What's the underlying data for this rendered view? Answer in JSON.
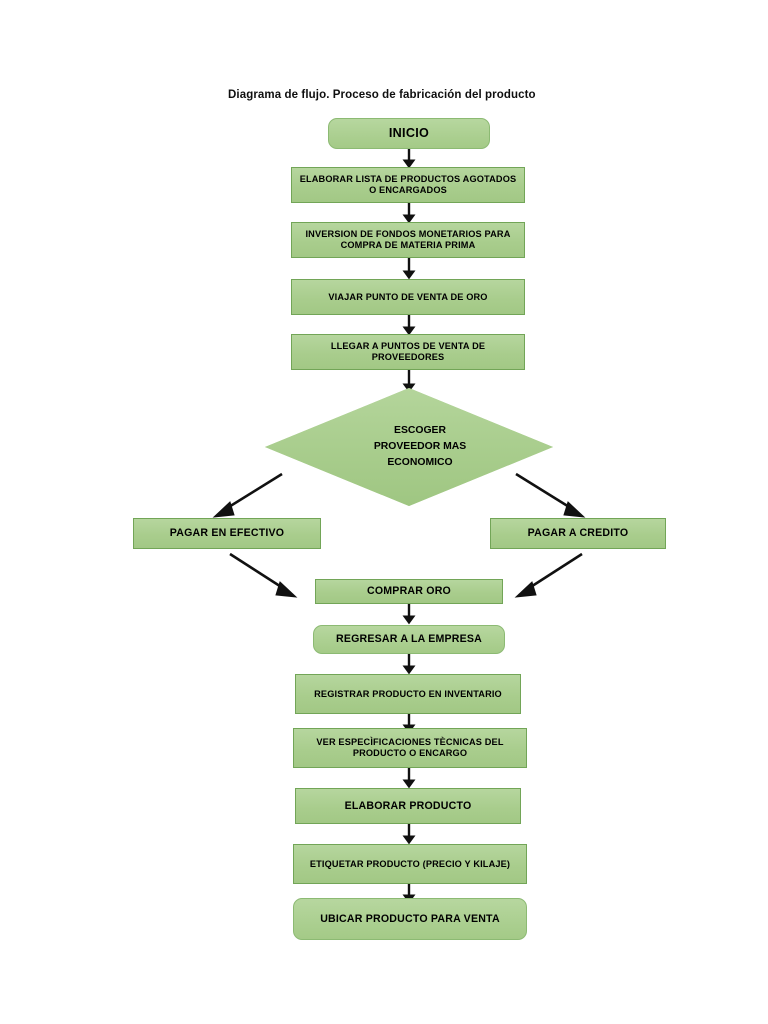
{
  "diagram": {
    "title": "Diagrama de flujo. Proceso de fabricación del producto",
    "accent_fill": "#aed094",
    "accent_border": "#72a557",
    "text_color": "#000000",
    "arrow_color": "#111111",
    "type": "flowchart",
    "nodes": [
      {
        "id": "inicio",
        "shape": "terminator",
        "label": "INICIO"
      },
      {
        "id": "elaborar_lista",
        "shape": "process",
        "label": "ELABORAR LISTA DE PRODUCTOS AGOTADOS O ENCARGADOS"
      },
      {
        "id": "inversion",
        "shape": "process",
        "label": "INVERSION DE FONDOS MONETARIOS PARA COMPRA DE MATERIA PRIMA"
      },
      {
        "id": "viajar",
        "shape": "process",
        "label": "VIAJAR PUNTO DE VENTA DE ORO"
      },
      {
        "id": "llegar",
        "shape": "process",
        "label": "LLEGAR A PUNTOS DE VENTA DE PROVEEDORES"
      },
      {
        "id": "escoger",
        "shape": "decision",
        "label": "ESCOGER PROVEEDOR MAS ECONOMICO",
        "lines": [
          "ESCOGER",
          "PROVEEDOR MAS",
          "ECONOMICO"
        ]
      },
      {
        "id": "efectivo",
        "shape": "process",
        "label": "PAGAR EN EFECTIVO"
      },
      {
        "id": "credito",
        "shape": "process",
        "label": "PAGAR A CREDITO"
      },
      {
        "id": "comprar_oro",
        "shape": "process",
        "label": "COMPRAR ORO"
      },
      {
        "id": "regresar",
        "shape": "terminator",
        "label": "REGRESAR A LA EMPRESA"
      },
      {
        "id": "registrar",
        "shape": "process",
        "label": "REGISTRAR PRODUCTO EN INVENTARIO"
      },
      {
        "id": "especificaciones",
        "shape": "process",
        "label": "VER ESPECÌFICACIONES TÈCNICAS DEL PRODUCTO O ENCARGO"
      },
      {
        "id": "elaborar_prod",
        "shape": "process",
        "label": "ELABORAR PRODUCTO"
      },
      {
        "id": "etiquetar",
        "shape": "process",
        "label": "ETIQUETAR PRODUCTO (PRECIO Y KILAJE)"
      },
      {
        "id": "ubicar",
        "shape": "terminator",
        "label": "UBICAR PRODUCTO PARA VENTA"
      }
    ],
    "edges": [
      {
        "from": "inicio",
        "to": "elaborar_lista",
        "style": "vertical"
      },
      {
        "from": "elaborar_lista",
        "to": "inversion",
        "style": "vertical"
      },
      {
        "from": "inversion",
        "to": "viajar",
        "style": "vertical"
      },
      {
        "from": "viajar",
        "to": "llegar",
        "style": "vertical"
      },
      {
        "from": "llegar",
        "to": "escoger",
        "style": "vertical"
      },
      {
        "from": "escoger",
        "to": "efectivo",
        "style": "diagonal-left"
      },
      {
        "from": "escoger",
        "to": "credito",
        "style": "diagonal-right"
      },
      {
        "from": "efectivo",
        "to": "comprar_oro",
        "style": "diagonal-right"
      },
      {
        "from": "credito",
        "to": "comprar_oro",
        "style": "diagonal-left"
      },
      {
        "from": "comprar_oro",
        "to": "regresar",
        "style": "vertical"
      },
      {
        "from": "regresar",
        "to": "registrar",
        "style": "vertical"
      },
      {
        "from": "registrar",
        "to": "especificaciones",
        "style": "vertical"
      },
      {
        "from": "especificaciones",
        "to": "elaborar_prod",
        "style": "vertical"
      },
      {
        "from": "elaborar_prod",
        "to": "etiquetar",
        "style": "vertical"
      },
      {
        "from": "etiquetar",
        "to": "ubicar",
        "style": "vertical"
      }
    ]
  }
}
